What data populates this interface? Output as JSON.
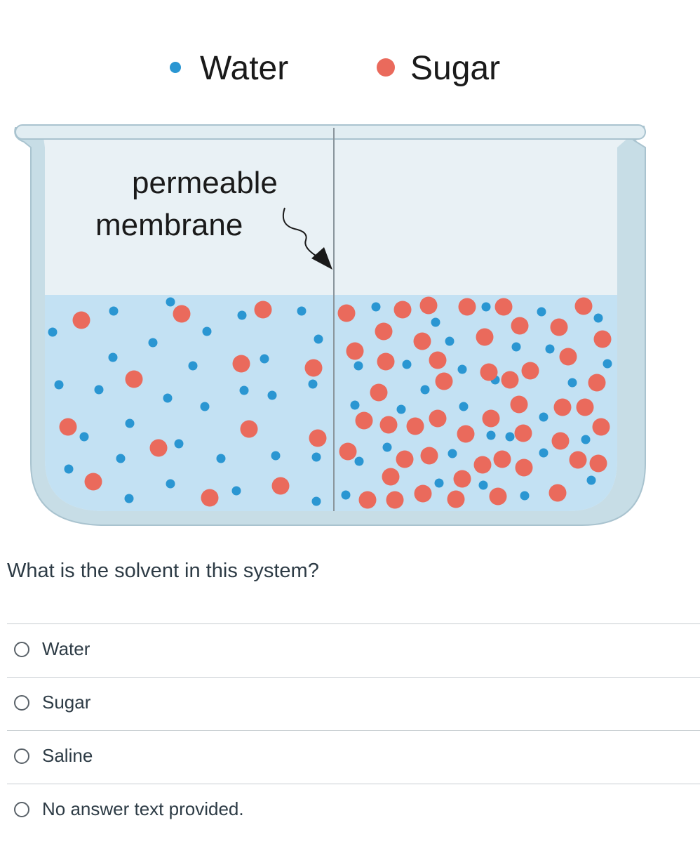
{
  "legend": {
    "water_label": "Water",
    "sugar_label": "Sugar"
  },
  "diagram": {
    "membrane_label_line1": "permeable",
    "membrane_label_line2": "membrane"
  },
  "colors": {
    "water": "#2a96d2",
    "sugar": "#ea6a5c",
    "solution": "#c3e1f3",
    "beaker_air": "#e9f1f5",
    "beaker_glass": "#c7dde6"
  },
  "question": {
    "text": "What is the solvent in this system?"
  },
  "answers": [
    {
      "label": "Water"
    },
    {
      "label": "Sugar"
    },
    {
      "label": "Saline"
    },
    {
      "label": "No answer text provided."
    }
  ]
}
